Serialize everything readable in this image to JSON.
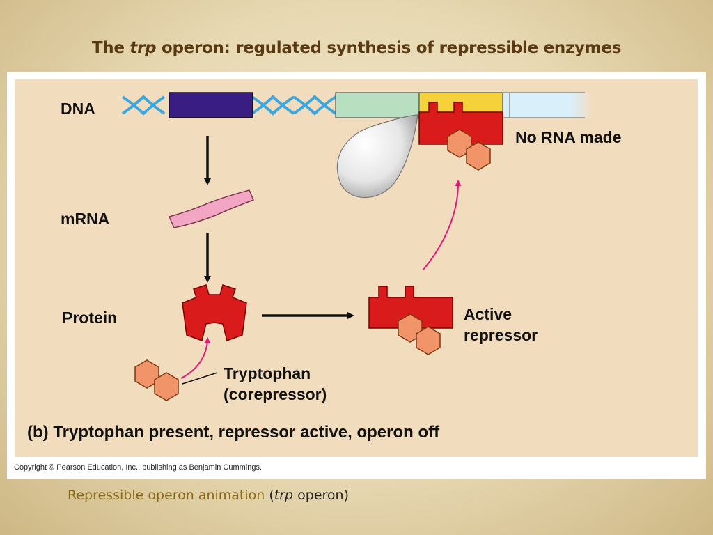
{
  "slide": {
    "title_pre": "The ",
    "title_italic": "trp",
    "title_post": " operon: regulated synthesis of repressible enzymes"
  },
  "figure": {
    "labels": {
      "dna": "DNA",
      "mrna": "mRNA",
      "protein": "Protein",
      "no_rna": "No RNA made",
      "active_repressor_line1": "Active",
      "active_repressor_line2": "repressor",
      "tryptophan_line1": "Tryptophan",
      "tryptophan_line2": "(corepressor)"
    },
    "caption": "(b) Tryptophan present, repressor active, operon off",
    "copyright": "Copyright © Pearson Education, Inc., publishing as Benjamin Cummings."
  },
  "footer": {
    "link_text": "Repressible operon animation",
    "paren_open": " (",
    "italic": "trp",
    "rest": " operon)"
  },
  "colors": {
    "panel_bg": "#f2dcbe",
    "regulatory_gene": "#3a1d82",
    "promoter": "#b7dfc0",
    "operator": "#f5d23a",
    "operon_genes": "#d9f0fb",
    "repressor": "#d91b1b",
    "tryptophan": "#f2946a",
    "mrna": "#f2a6c4",
    "rna_polymerase": "#e8e8e8",
    "dna_helix": "#3da7dd",
    "curved_arrow": "#e0187a",
    "title_color": "#5a3a12",
    "link_color": "#8a6a14"
  }
}
